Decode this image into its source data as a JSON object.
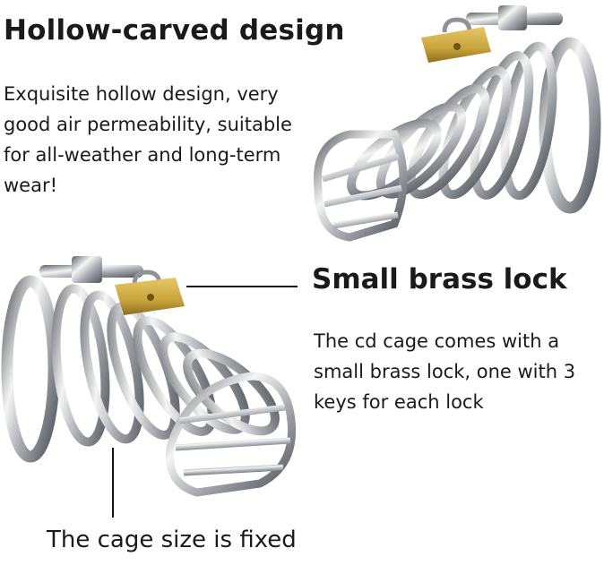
{
  "section_top": {
    "title": "Hollow-carved design",
    "description": "Exquisite hollow design, very good air permeability, suitable for all-weather and long-term wear!"
  },
  "section_lock": {
    "title": "Small brass lock",
    "description": "The cd cage comes with a small brass lock, one with 3 keys for each lock"
  },
  "caption": {
    "text": "The cage size is fixed"
  },
  "colors": {
    "metal_light": "#f4f4f4",
    "metal_mid": "#a9adb2",
    "metal_dark": "#5b6066",
    "brass": "#c9a43c",
    "text": "#1a1a1a"
  }
}
